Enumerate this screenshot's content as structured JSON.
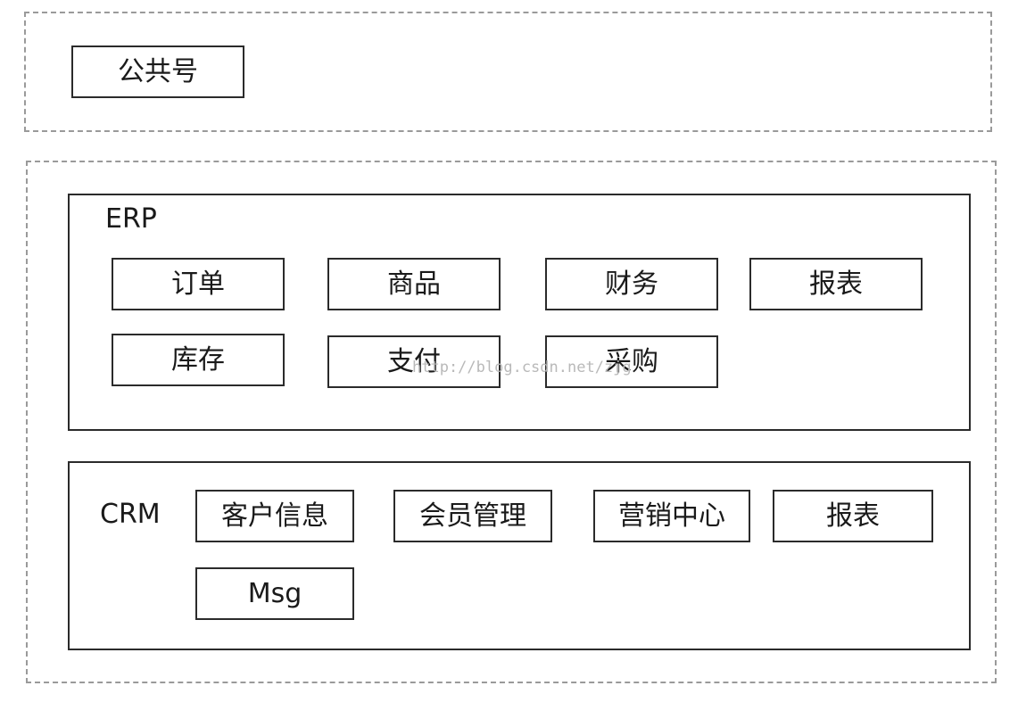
{
  "public": {
    "label": "公共号"
  },
  "erp": {
    "title": "ERP",
    "modules": [
      "订单",
      "商品",
      "财务",
      "报表",
      "库存",
      "支付",
      "采购"
    ]
  },
  "crm": {
    "title": "CRM",
    "modules": [
      "客户信息",
      "会员管理",
      "营销中心",
      "报表",
      "Msg"
    ]
  },
  "watermark": "http://blog.csdn.net/zjg"
}
